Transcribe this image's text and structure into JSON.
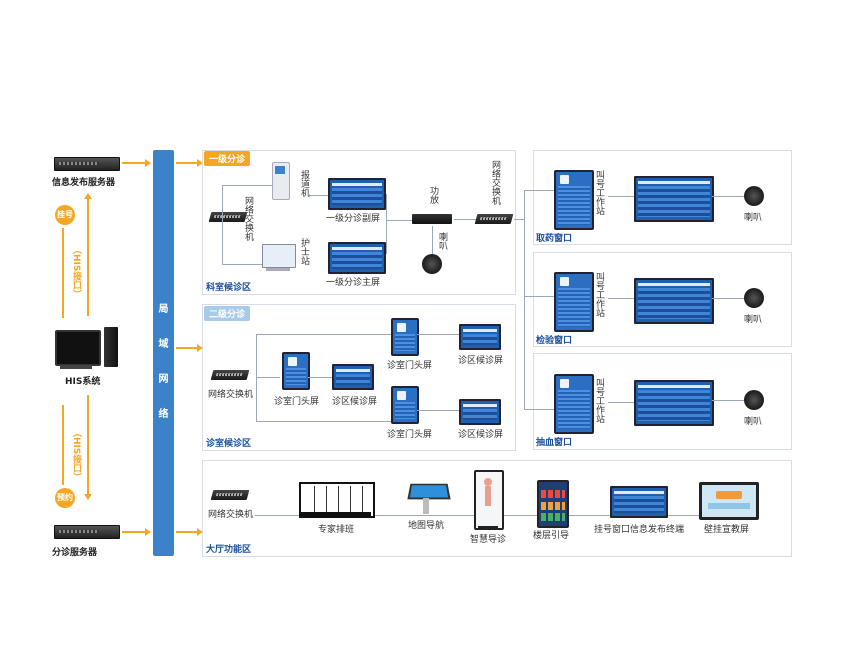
{
  "left": {
    "info_server": "信息发布服务器",
    "his_system": "HIS系统",
    "triage_server": "分诊服务器",
    "register_tag": "挂号",
    "appointment_tag": "预约",
    "his_interface_top": "（HIS接口）",
    "his_interface_bottom": "（HIS接口）"
  },
  "bus": {
    "chars": [
      "局",
      "域",
      "网",
      "络"
    ]
  },
  "section1": {
    "tag": "一级分诊",
    "title": "科室候诊区",
    "switch_label": "网络交换机",
    "checkin_kiosk": "报道机",
    "nurse_station": "护士站",
    "secondary_screen": "一级分诊副屏",
    "main_screen": "一级分诊主屏",
    "amplifier": "功放",
    "speaker": "喇叭",
    "network_switch_right": "网络交换机"
  },
  "section2": {
    "tag": "二级分诊",
    "title": "诊室候诊区",
    "switch_label": "网络交换机",
    "door_screen_1": "诊室门头屏",
    "wait_screen_1": "诊区候诊屏",
    "door_screen_2": "诊室门头屏",
    "wait_screen_2": "诊区候诊屏",
    "door_screen_3": "诊室门头屏",
    "wait_screen_3": "诊区候诊屏"
  },
  "windows": [
    {
      "title": "取药窗口",
      "station": "叫号工作站",
      "speaker": "喇叭"
    },
    {
      "title": "检验窗口",
      "station": "叫号工作站",
      "speaker": "喇叭"
    },
    {
      "title": "抽血窗口",
      "station": "叫号工作站",
      "speaker": "喇叭"
    }
  ],
  "section3": {
    "title": "大厅功能区",
    "switch_label": "网络交换机",
    "expert_schedule": "专家排班",
    "map_navigation": "地图导航",
    "smart_guide": "智慧导诊",
    "floor_guide": "楼层引导",
    "registration_terminal": "挂号窗口信息发布终端",
    "wall_screen": "壁挂宣教屏"
  },
  "colors": {
    "bus": "#3b82c8",
    "accent_orange": "#f5a623",
    "title_blue": "#1a4f9c",
    "panel_border": "#d6dde6"
  }
}
